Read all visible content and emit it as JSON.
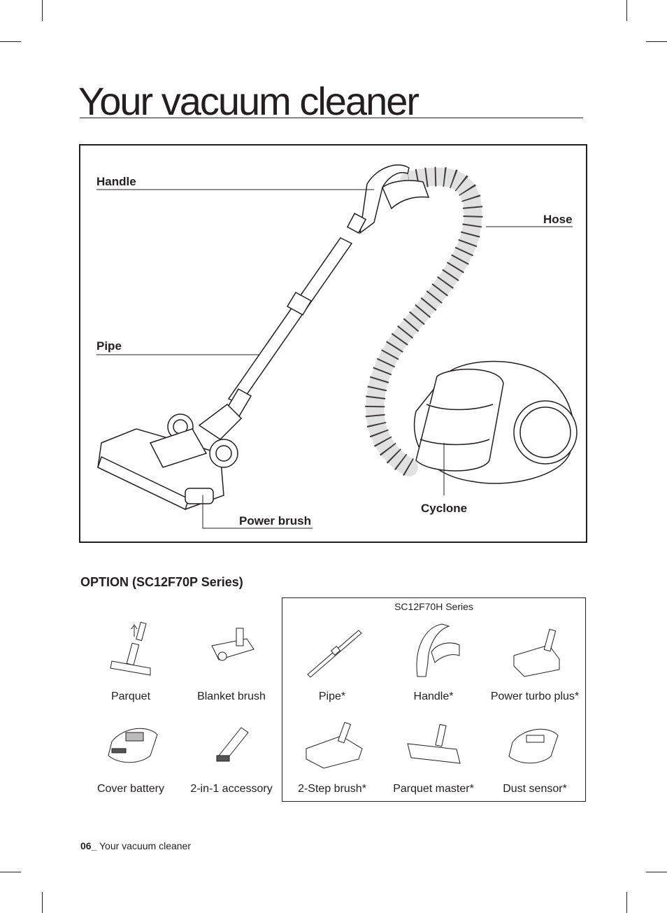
{
  "page": {
    "title": "Your vacuum cleaner"
  },
  "diagram": {
    "labels": {
      "handle": "Handle",
      "hose": "Hose",
      "pipe": "Pipe",
      "power_brush": "Power brush",
      "cyclone": "Cyclone"
    }
  },
  "options": {
    "title": "OPTION (SC12F70P Series)",
    "subgroup_title": "SC12F70H Series",
    "items": [
      {
        "label": "Parquet"
      },
      {
        "label": "Blanket brush"
      },
      {
        "label": "Pipe*"
      },
      {
        "label": "Handle*"
      },
      {
        "label": "Power turbo plus*"
      },
      {
        "label": "Cover battery"
      },
      {
        "label": "2-in-1 accessory"
      },
      {
        "label": "2-Step brush*"
      },
      {
        "label": "Parquet master*"
      },
      {
        "label": "Dust sensor*"
      }
    ]
  },
  "footer": {
    "page_number": "06_",
    "text": "Your vacuum cleaner"
  }
}
